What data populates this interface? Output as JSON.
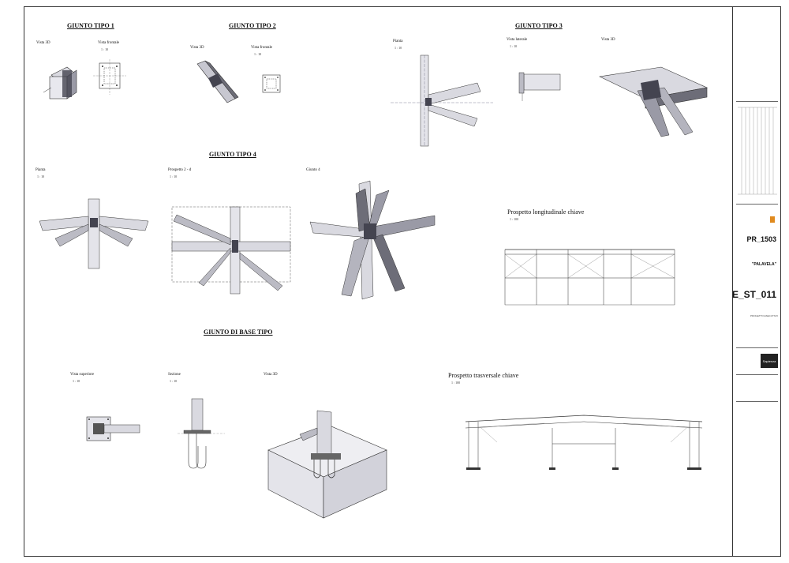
{
  "headings": {
    "g1": "GIUNTO TIPO 1",
    "g2": "GIUNTO TIPO  2",
    "g3": "GIUNTO TIPO 3",
    "g4": "GIUNTO TIPO 4",
    "base": "GIUNTO DI BASE TIPO"
  },
  "views": {
    "g1_3d": "Vista 3D",
    "g1_front": "Vista frontale",
    "g1_scale": "1 : 10",
    "g2_3d": "Vista 3D",
    "g2_front": "Vista frontale",
    "g2_scale": "1 : 10",
    "g3_plan": "Pianta",
    "g3_plan_scale": "1 : 10",
    "g3_side": "Vista laterale",
    "g3_side_scale": "1 : 10",
    "g3_3d": "Vista 3D",
    "g4_plan": "Pianta",
    "g4_plan_scale": "1 : 10",
    "g4_elev": "Prospetto 2 - d",
    "g4_elev_scale": "1 : 10",
    "g4_3d": "Giunto 4",
    "long_title": "Prospetto longitudinale chiave",
    "long_scale": "1 : 100",
    "base_top": "Vista superiore",
    "base_top_scale": "1 : 10",
    "base_section": "Sezione",
    "base_section_scale": "1 : 10",
    "base_3d": "Vista 3D",
    "trans_title": "Prospetto trasversale chiave",
    "trans_scale": "1 : 100"
  },
  "title_block": {
    "project_code": "PR_1503",
    "project_name": "\"PALAVELA\"",
    "drawing_code": "E_ST_011",
    "phase": "PROGETTO ESECUTIVO",
    "firm": "Sapienza"
  },
  "colors": {
    "line": "#333333",
    "steel_light": "#d9d9e0",
    "steel_dark": "#444450",
    "concrete": "#e4e4ea"
  }
}
